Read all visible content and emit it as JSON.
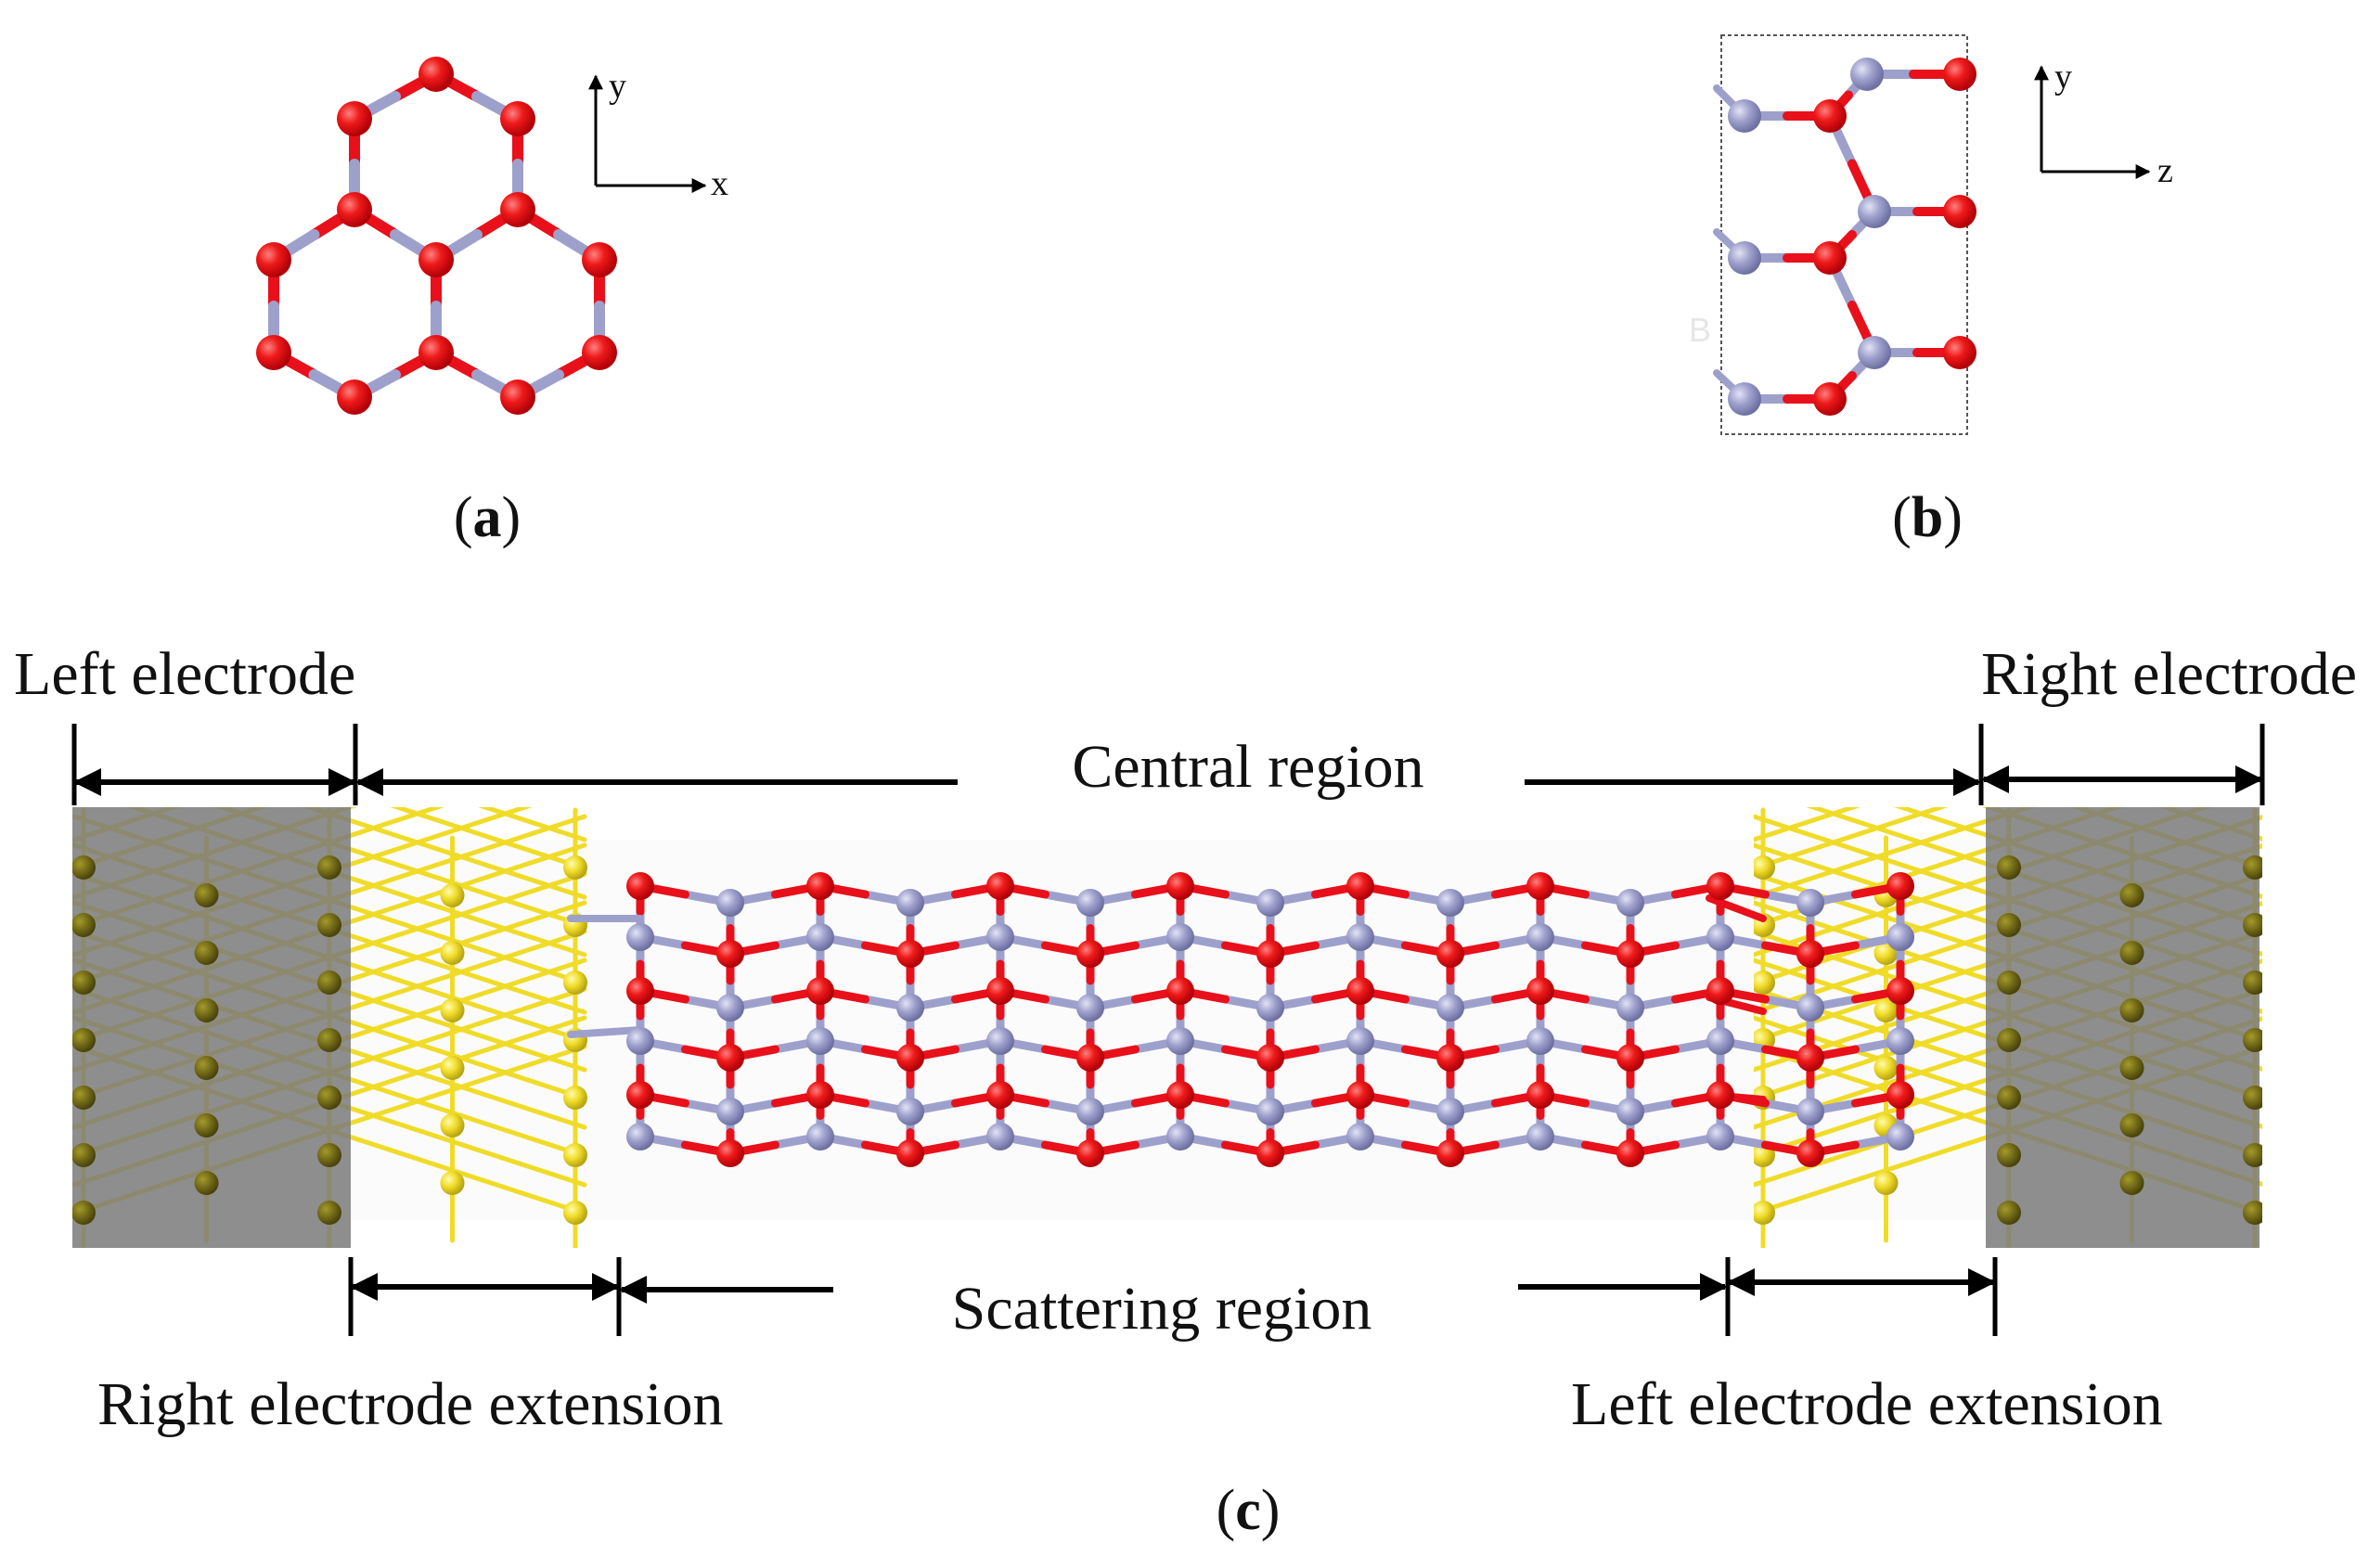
{
  "panel_a": {
    "caption_open": "(",
    "caption_letter": "a",
    "caption_close": ")",
    "axis_y": "y",
    "axis_x": "x"
  },
  "panel_b": {
    "caption_open": "(",
    "caption_letter": "b",
    "caption_close": ")",
    "axis_y": "y",
    "axis_z": "z",
    "watermark": "B"
  },
  "panel_c": {
    "caption_open": "(",
    "caption_letter": "c",
    "caption_close": ")",
    "left_electrode": "Left electrode",
    "right_electrode": "Right electrode",
    "central_region": "Central region",
    "scattering_region": "Scattering region",
    "right_electrode_extension": "Right electrode extension",
    "left_electrode_extension": "Left electrode extension"
  },
  "colors": {
    "oxygen": "#e8101a",
    "boron": "#9ea0cc",
    "gold": "#f5e23c",
    "gold_dark": "#6e6616",
    "electrode_shade": "#808080",
    "arrow": "#000000"
  }
}
